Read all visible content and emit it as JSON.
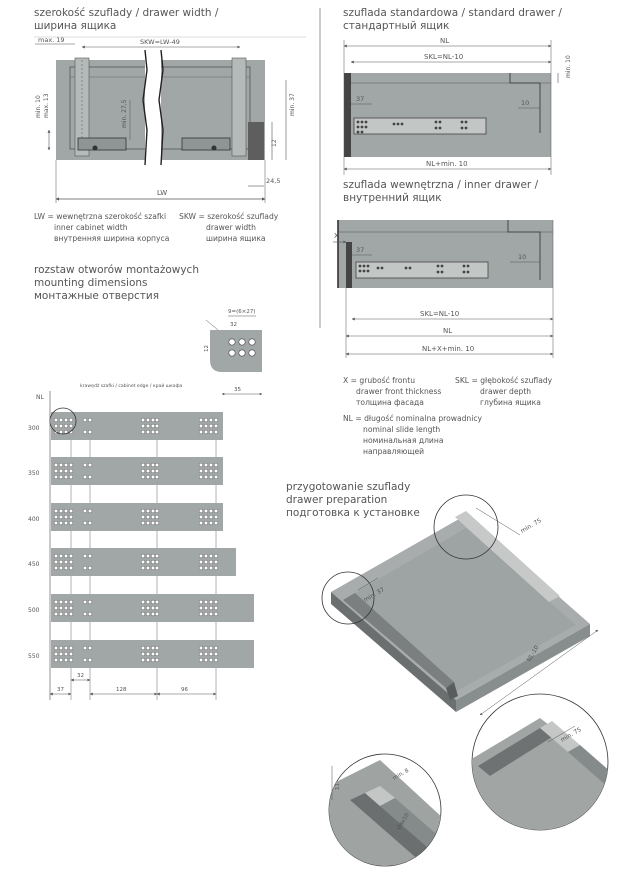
{
  "sections": {
    "drawer_width": {
      "title_l1": "szerokość szuflady / drawer width /",
      "title_l2": "ширина ящика"
    },
    "standard_drawer": {
      "title_l1": "szuflada standardowa / standard drawer /",
      "title_l2": "стандартный ящик"
    },
    "inner_drawer": {
      "title_l1": "szuflada wewnętrzna / inner drawer /",
      "title_l2": "внутренний ящик"
    },
    "mounting": {
      "title_l1": "rozstaw otworów montażowych",
      "title_l2": "mounting dimensions",
      "title_l3": "монтажные отверстия"
    },
    "preparation": {
      "title_l1": "przygotowanie szuflady",
      "title_l2": "drawer preparation",
      "title_l3": "подготовка к установке"
    }
  },
  "legend": {
    "lw": [
      "LW = wewnętrzna szerokość szafki",
      "inner cabinet width",
      "внутренняя ширина корпуса"
    ],
    "skw": [
      "SKW = szerokość szuflady",
      "drawer width",
      "ширина ящика"
    ],
    "x": [
      "X = grubość frontu",
      "drawer front thickness",
      "толщина фасада"
    ],
    "skl": [
      "SKL = głębokość szuflady",
      "drawer depth",
      "глубина ящика"
    ],
    "nl": [
      "NL = długość nominalna prowadnicy",
      "nominal slide length",
      "номинальная длина",
      "направляющей"
    ]
  },
  "dims": {
    "width": {
      "max19": "max. 19",
      "skw": "SKW=LW-49",
      "min10": "min. 10",
      "max13": "max. 13",
      "min27_5": "min. 27,5",
      "min37": "min. 37",
      "d12": "12",
      "d24_5": "24,5",
      "lw": "LW"
    },
    "standard": {
      "nl": "NL",
      "skl": "SKL=NL-10",
      "min10": "min. 10",
      "d37": "37",
      "d10": "10",
      "nl_min10": "NL+min. 10"
    },
    "inner": {
      "x": "X",
      "d37": "37",
      "d10": "10",
      "skl": "SKL=NL-10",
      "nl": "NL",
      "nl_x": "NL+X+min. 10"
    },
    "detail": {
      "spacing": "9=(6×27)",
      "d12": "12",
      "d32": "32",
      "d35": "35"
    },
    "preparation": {
      "min75_a": "min. 75",
      "min37": "min. 37",
      "nl_minus10": "NL-10",
      "min75_b": "min. 75",
      "d11": "11",
      "min8": "min. 8",
      "d4x10": "Ø4x10"
    }
  },
  "mounting": {
    "nl_header": "NL",
    "cabinet_edge": "krawędź szafki / cabinet edge / край шкафа",
    "rows": [
      "300",
      "350",
      "400",
      "450",
      "500",
      "550"
    ],
    "bottom_dims": [
      "37",
      "32",
      "128",
      "96"
    ]
  },
  "colors": {
    "panel": "#a1a7a6",
    "panel_dark": "#585858",
    "line": "#4a4a4a",
    "dim": "#555555",
    "divider": "#9a9a9a"
  }
}
